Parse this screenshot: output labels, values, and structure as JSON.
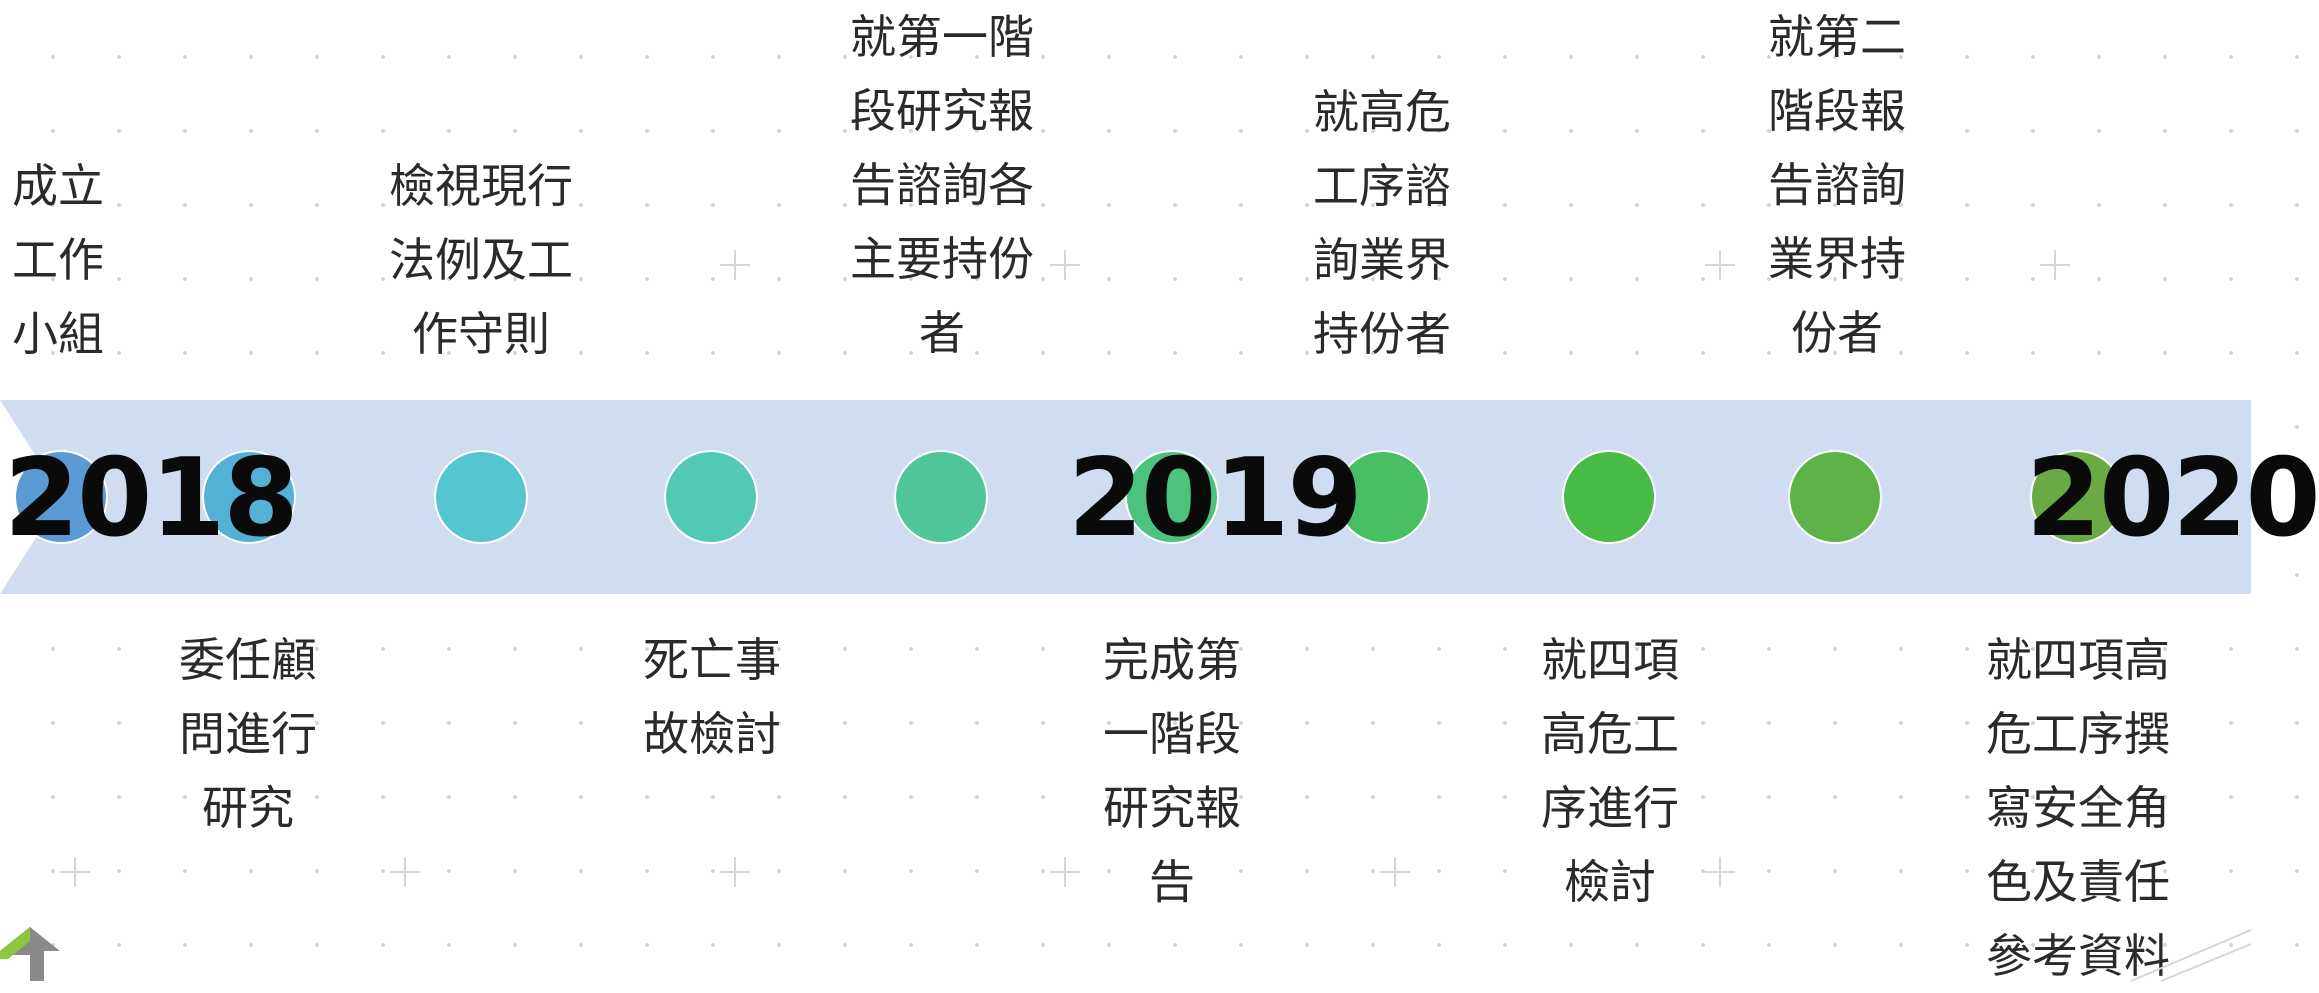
{
  "timeline": {
    "years": [
      "2018",
      "2019",
      "2020"
    ],
    "labels_top": [
      "成立\n工作\n小組",
      "檢視現行\n法例及工\n作守則",
      "就第一階\n段研究報\n告諮詢各\n主要持份\n者",
      "就高危\n工序諮\n詢業界\n持份者",
      "就第二\n階段報\n告諮詢\n業界持\n份者"
    ],
    "labels_bottom": [
      "委任顧\n問進行\n研究",
      "死亡事\n故檢討",
      "完成第\n一階段\n研究報\n告",
      "就四項\n高危工\n序進行\n檢討",
      "就四項高\n危工序撰\n寫安全角\n色及責任\n參考資料"
    ]
  },
  "colors": {
    "band": "#d0dcef",
    "dots": [
      "#5b9bd5",
      "#55b0d6",
      "#55c6d0",
      "#52c9b2",
      "#4fc79a",
      "#4cc27f",
      "#49bf63",
      "#48bb47",
      "#5db347",
      "#6aaa45"
    ]
  }
}
